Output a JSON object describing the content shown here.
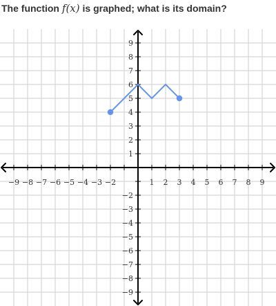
{
  "question": {
    "prefix": "The function ",
    "function_notation": "f(x)",
    "suffix": " is graphed; what is its domain?"
  },
  "chart_data": {
    "type": "line",
    "title": "",
    "xlabel": "",
    "ylabel": "",
    "xlim": [
      -10,
      10
    ],
    "ylim": [
      -10,
      10
    ],
    "grid": true,
    "x_tick_labels": [
      "−9",
      "−8",
      "−7",
      "−6",
      "−5",
      "−4",
      "−3",
      "−2",
      "1",
      "2",
      "3",
      "4",
      "5",
      "6",
      "7",
      "8",
      "9"
    ],
    "y_tick_labels": [
      "9",
      "8",
      "7",
      "6",
      "5",
      "4",
      "3",
      "2",
      "1",
      "−2",
      "−3",
      "−4",
      "−5",
      "−6",
      "−7",
      "−8",
      "−9"
    ],
    "series": [
      {
        "x": [
          -2,
          0,
          1,
          2,
          3
        ],
        "y": [
          4,
          6,
          5,
          6,
          5
        ],
        "endpoints_closed": [
          true,
          true
        ]
      }
    ],
    "colors": {
      "line": "#6495ed",
      "grid": "#cccccc",
      "axis": "#000000",
      "label": "#333333"
    }
  }
}
